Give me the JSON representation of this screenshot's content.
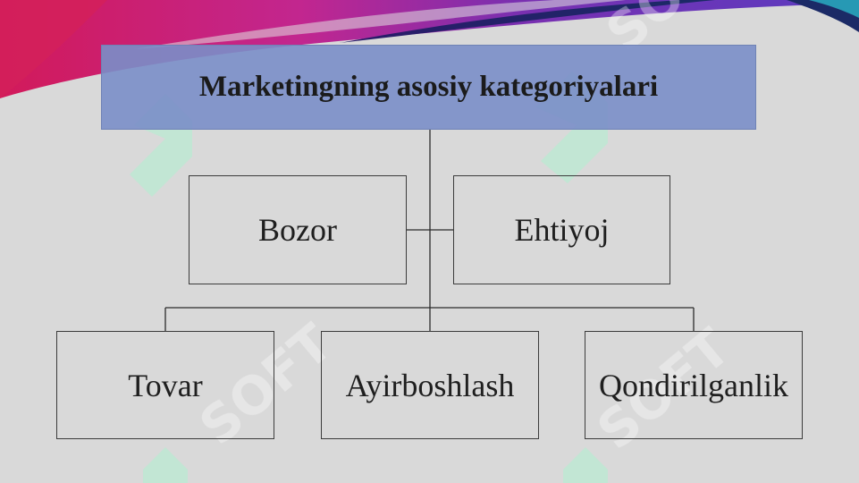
{
  "diagram": {
    "title": "Marketingning asosiy kategoriyalari",
    "middle_row": [
      {
        "label": "Bozor"
      },
      {
        "label": "Ehtiyoj"
      }
    ],
    "bottom_row": [
      {
        "label": "Tovar"
      },
      {
        "label": "Ayirboshlash"
      },
      {
        "label": "Qondirilganlik"
      }
    ]
  },
  "watermark": {
    "text": "SOFT"
  },
  "colors": {
    "background": "#d9d9d9",
    "title_box": "#7a8ec8",
    "banner_magenta": "#d21a6e",
    "banner_purple": "#7a2fb0",
    "banner_navy": "#1b2a66",
    "watermark_green": "#aef0cf"
  }
}
